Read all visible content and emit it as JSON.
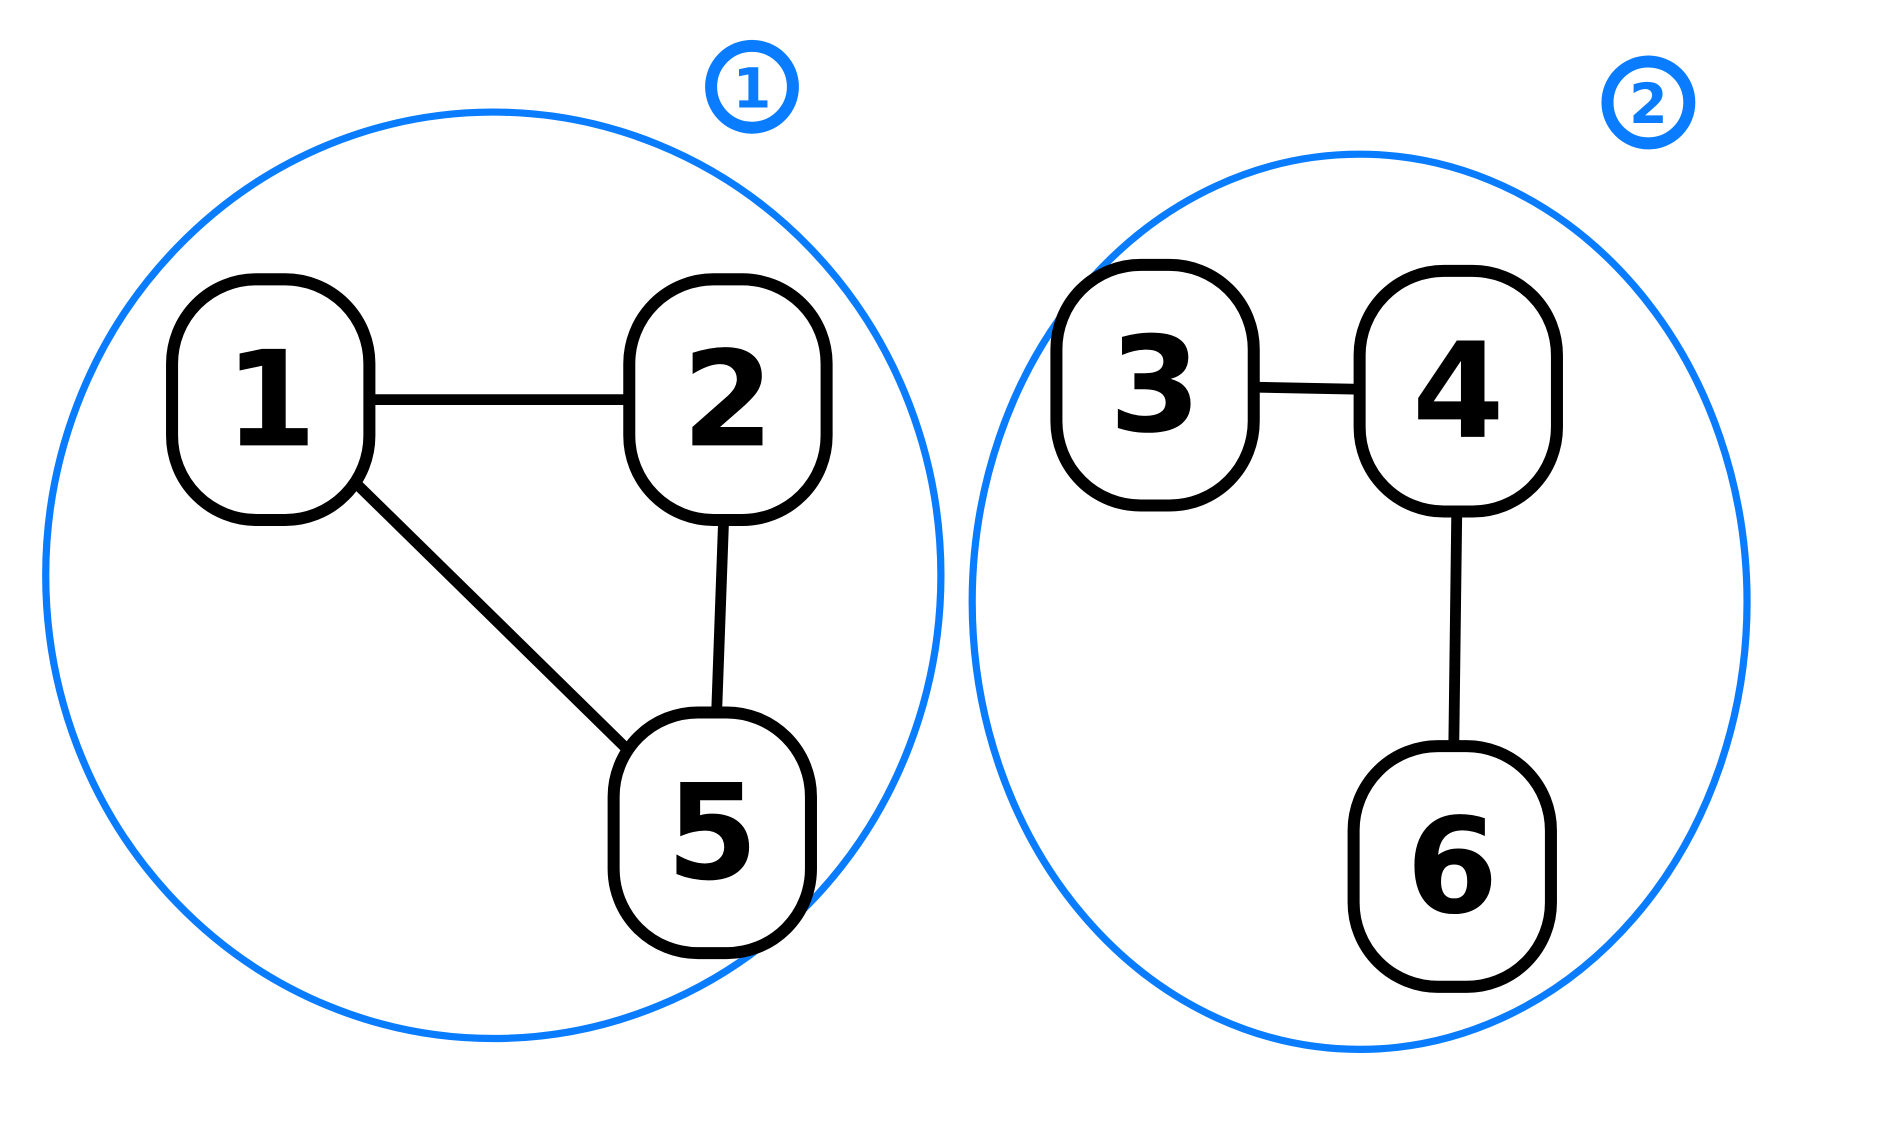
{
  "colors": {
    "graph": "#000000",
    "component": "#0A7CFF",
    "background": "#ffffff"
  },
  "nodes": [
    {
      "id": "n1",
      "label": "1"
    },
    {
      "id": "n2",
      "label": "2"
    },
    {
      "id": "n5",
      "label": "5"
    },
    {
      "id": "n3",
      "label": "3"
    },
    {
      "id": "n4",
      "label": "4"
    },
    {
      "id": "n6",
      "label": "6"
    }
  ],
  "edges": [
    {
      "from": "n1",
      "to": "n2"
    },
    {
      "from": "n1",
      "to": "n5"
    },
    {
      "from": "n2",
      "to": "n5"
    },
    {
      "from": "n3",
      "to": "n4"
    },
    {
      "from": "n4",
      "to": "n6"
    }
  ],
  "components": [
    {
      "label": "1",
      "nodes": [
        "n1",
        "n2",
        "n5"
      ]
    },
    {
      "label": "2",
      "nodes": [
        "n3",
        "n4",
        "n6"
      ]
    }
  ]
}
